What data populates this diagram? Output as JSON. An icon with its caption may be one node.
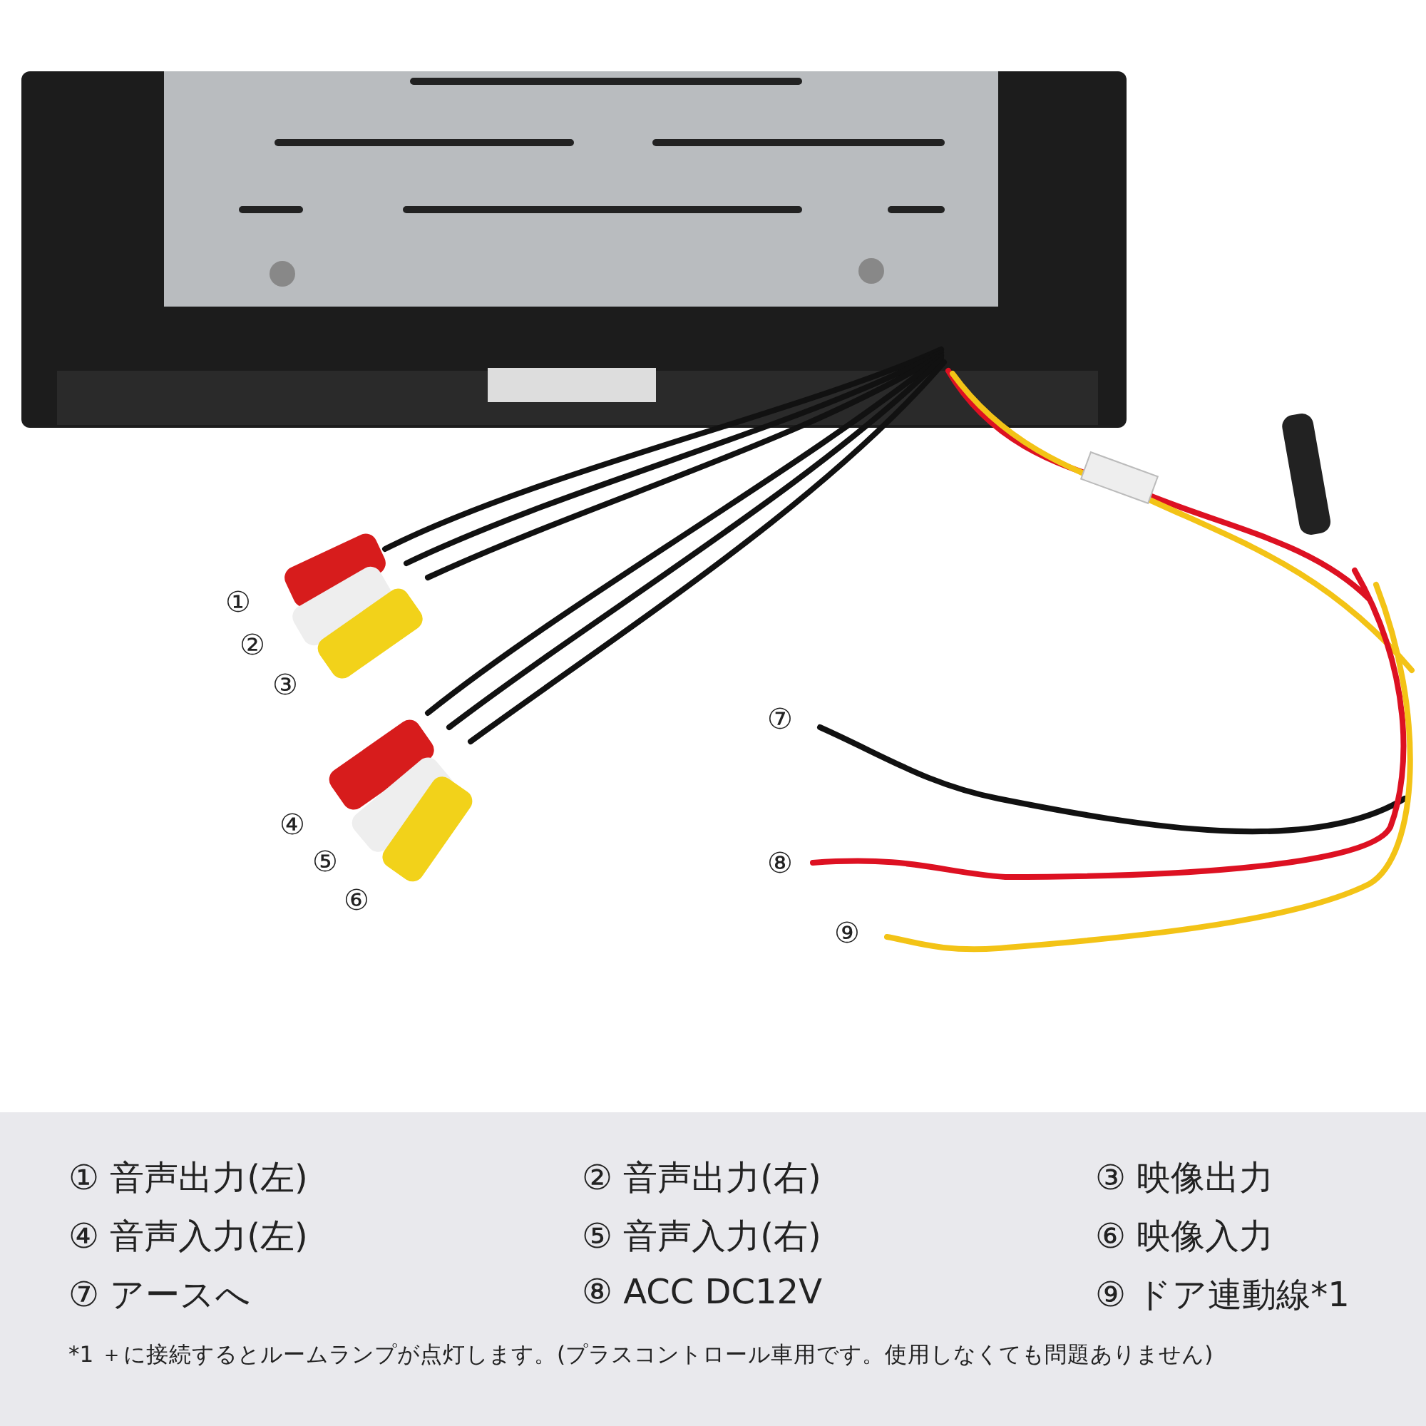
{
  "diagram": {
    "labels": [
      "①",
      "②",
      "③",
      "④",
      "⑤",
      "⑥",
      "⑦",
      "⑧",
      "⑨",
      "① 音声出力(左)",
      "② 音声出力(右)",
      "③ 映像出力",
      "④ 音声入力(左)",
      "⑤ 音声入力(右)",
      "⑥ 映像入力",
      "⑦ アースへ",
      "⑧ ACC DC12V",
      "⑨ ドア連動線*1",
      "*1 ＋に接続するとルームランプが点灯します。(プラスコントロール車用です。使用しなくても問題ありません)"
    ]
  }
}
